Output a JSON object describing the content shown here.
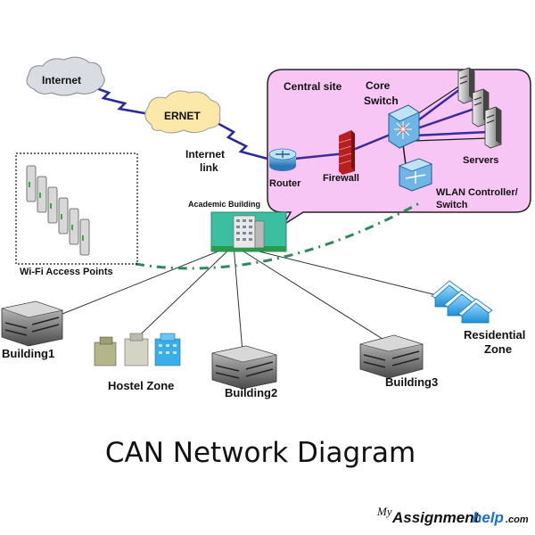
{
  "title": "CAN Network Diagram",
  "watermark": {
    "my": "My",
    "assignment": "Assignment",
    "help": "help",
    "com": ".com"
  },
  "nodes": {
    "internet": "Internet",
    "ernet": "ERNET",
    "internet_link_1": "Internet",
    "internet_link_2": "link",
    "central_site": "Central site",
    "core_switch_1": "Core",
    "core_switch_2": "Switch",
    "router": "Router",
    "firewall": "Firewall",
    "servers": "Servers",
    "wlan_1": "WLAN Controller/",
    "wlan_2": "Switch",
    "academic_building": "Academic Building",
    "wifi_access_points": "Wi-Fi Access Points",
    "building1": "Building1",
    "hostel_zone": "Hostel Zone",
    "building2": "Building2",
    "building3": "Building3",
    "residential_zone_1": "Residential",
    "residential_zone_2": "Zone"
  },
  "colors": {
    "central_site_fill": "#f7c6f5",
    "wan_link": "#2a2a9e",
    "wireless_link": "#2e8b57",
    "cloud": "#d9dde3",
    "ernet_cloud": "#fce8a8"
  }
}
